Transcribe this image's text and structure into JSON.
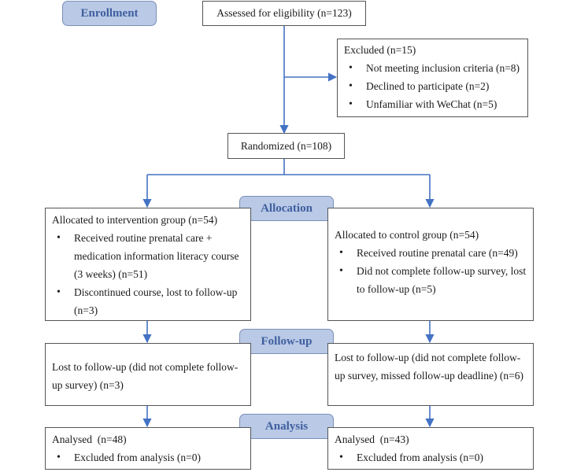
{
  "stages": {
    "enrollment": "Enrollment",
    "allocation": "Allocation",
    "follow_up": "Follow-up",
    "analysis": "Analysis"
  },
  "assessed": "Assessed for eligibility (n=123)",
  "excluded": {
    "title": "Excluded (n=15)",
    "items": [
      "Not meeting inclusion criteria (n=8)",
      "Declined to participate (n=2)",
      "Unfamiliar with WeChat (n=5)"
    ]
  },
  "randomized": "Randomized (n=108)",
  "intervention": {
    "title": "Allocated to intervention group (n=54)",
    "items": [
      "Received routine prenatal care + medication information literacy course (3 weeks) (n=51)",
      "Discontinued course, lost to follow-up (n=3)"
    ],
    "follow_up": "Lost to follow-up (did not complete follow-up survey) (n=3)",
    "analysis_title": "Analysed  (n=48)",
    "analysis_items": [
      "Excluded from analysis (n=0)"
    ]
  },
  "control": {
    "title": "Allocated to control group (n=54)",
    "items": [
      "Received routine prenatal care (n=49)",
      "Did not complete follow-up survey, lost to follow-up (n=5)"
    ],
    "follow_up": "Lost to follow-up (did not complete follow-up survey, missed follow-up deadline) (n=6)",
    "analysis_title": "Analysed  (n=43)",
    "analysis_items": [
      "Excluded from analysis (n=0)"
    ]
  },
  "colors": {
    "stage_fill": "#b9c9e6",
    "stage_text": "#3f5f9e",
    "arrow": "#4472c4"
  }
}
